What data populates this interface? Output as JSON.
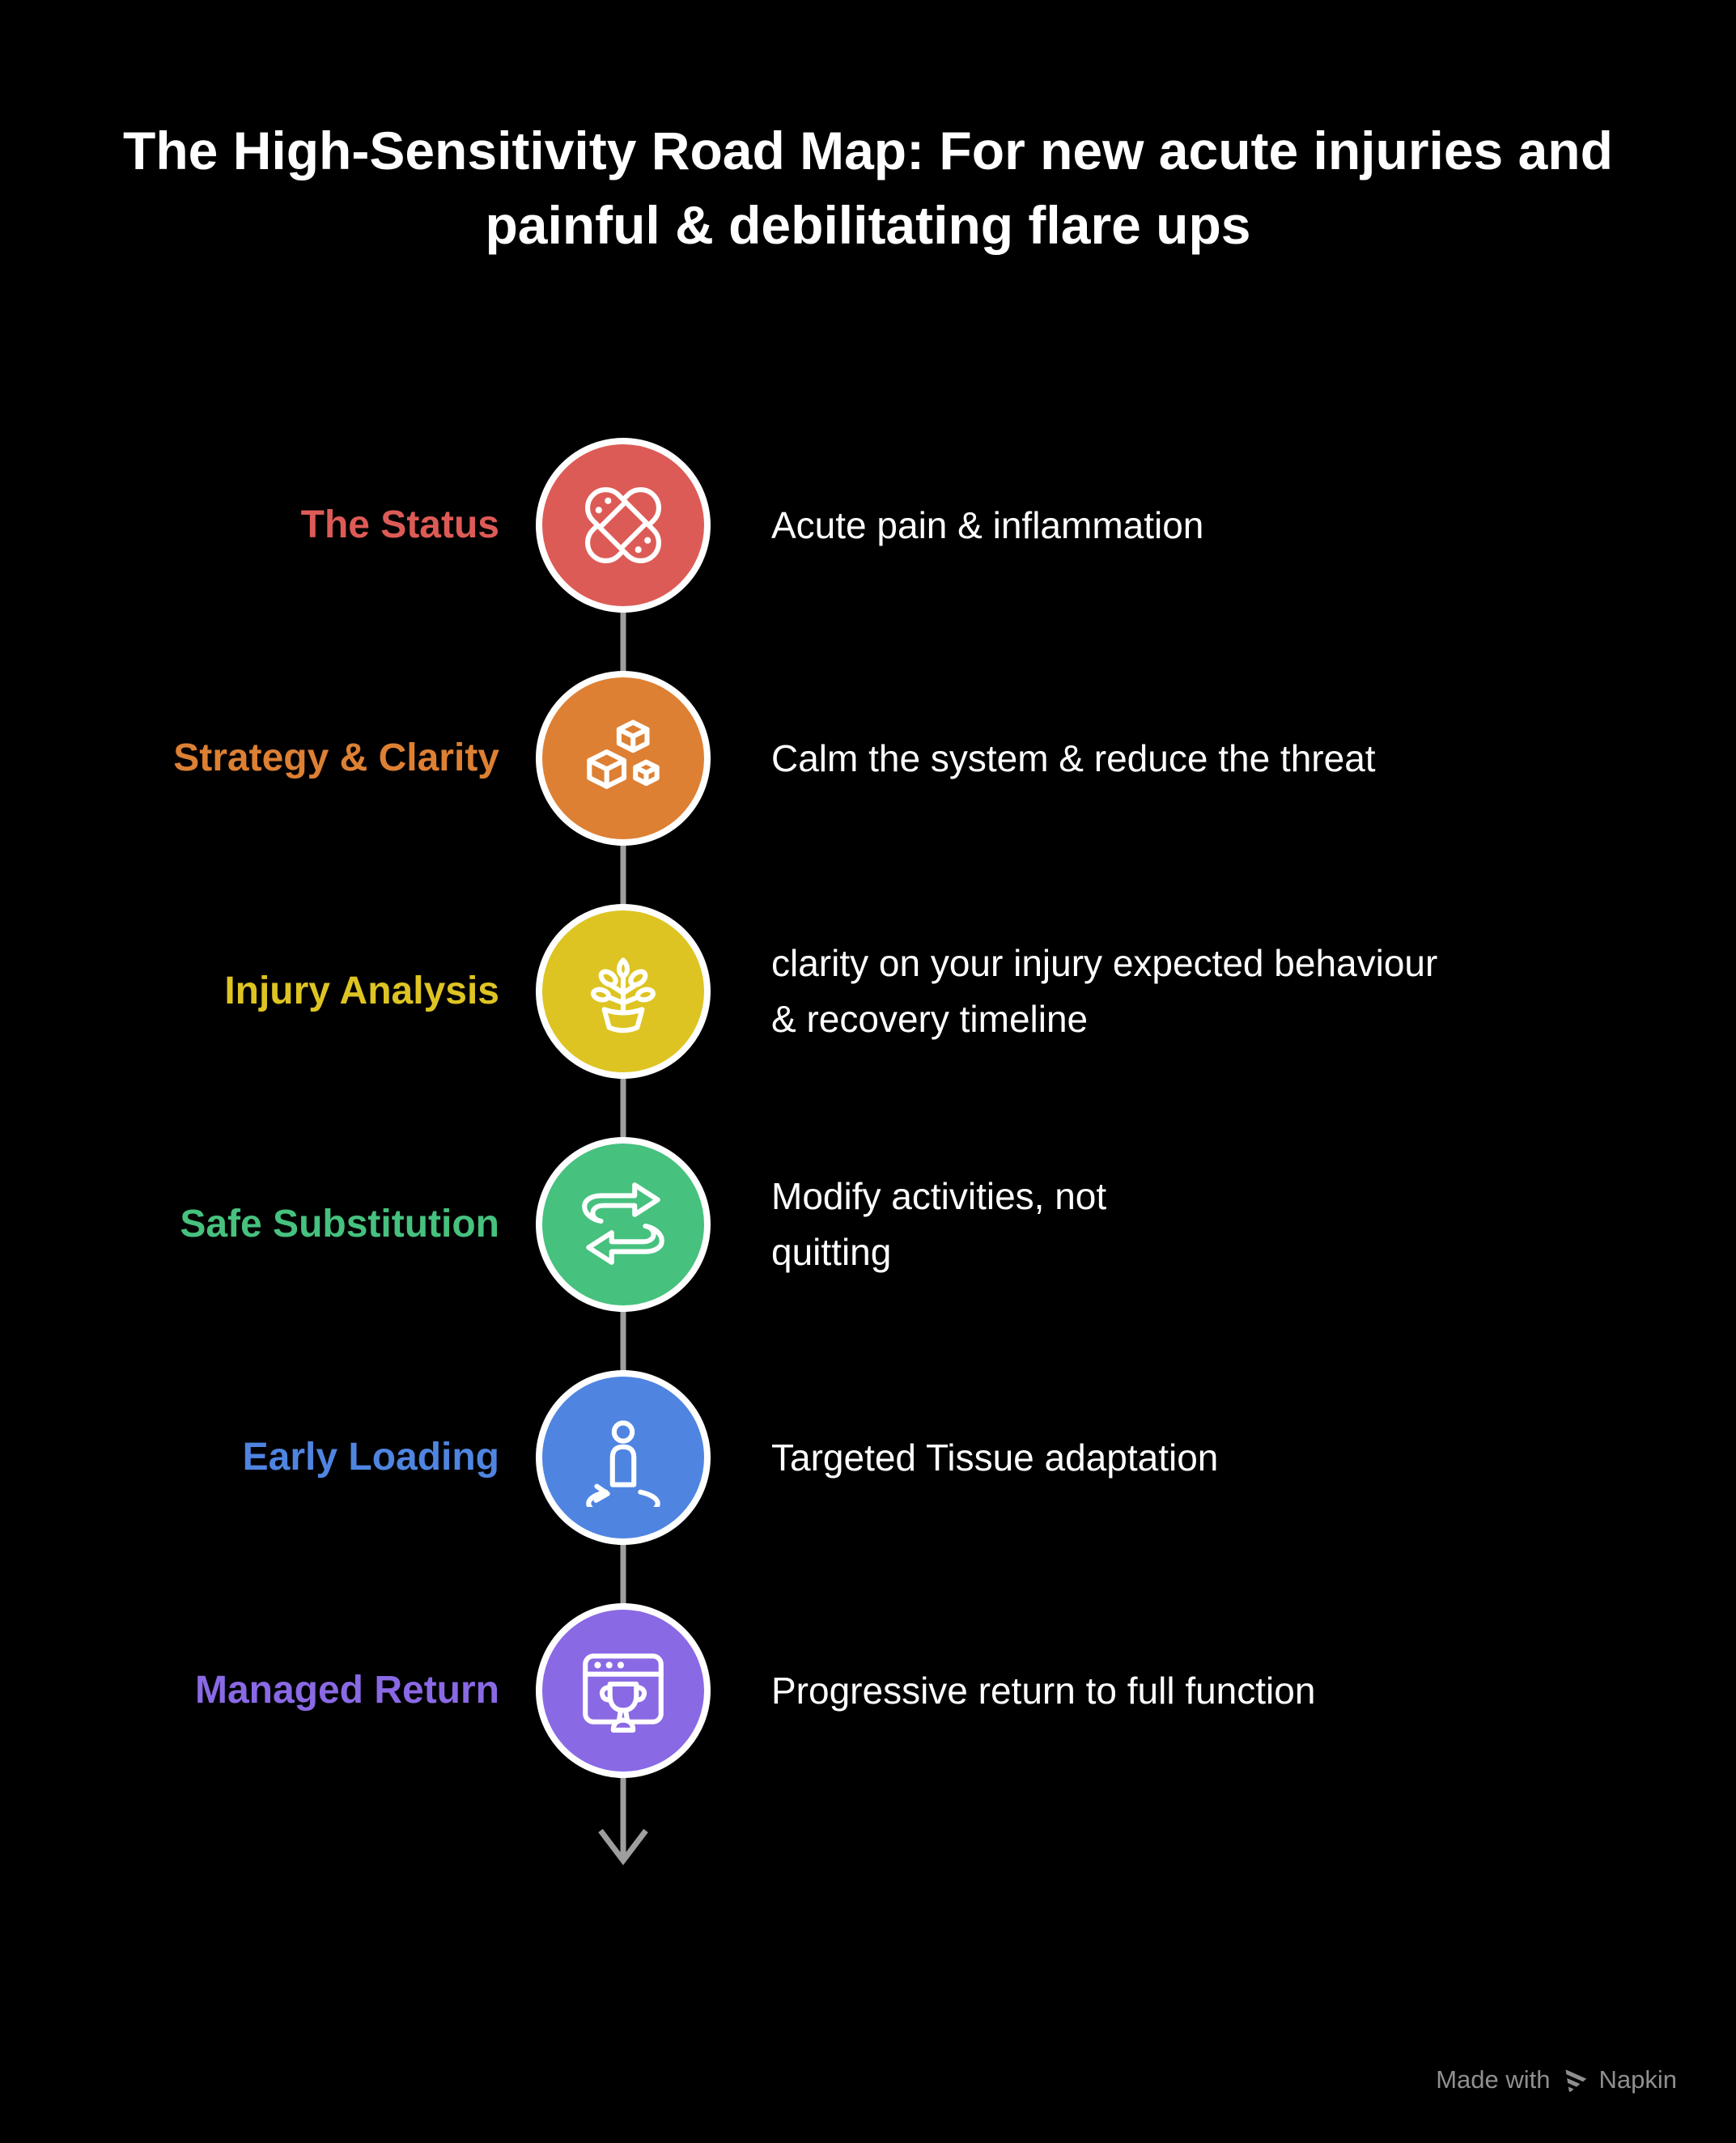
{
  "title": "The High-Sensitivity Road Map: For new acute injuries and painful & debilitating flare ups",
  "steps": [
    {
      "label": "The Status",
      "description": "Acute pain & inflammation",
      "color": "#dd5b56",
      "icon": "bandage-icon"
    },
    {
      "label": "Strategy & Clarity",
      "description": "Calm the system & reduce the threat",
      "color": "#dd8033",
      "icon": "cubes-icon"
    },
    {
      "label": "Injury Analysis",
      "description": "clarity on your injury expected behaviour\n& recovery timeline",
      "color": "#ddc422",
      "icon": "plant-icon"
    },
    {
      "label": "Safe Substitution",
      "description": "Modify activities, not\nquitting",
      "color": "#46c17e",
      "icon": "swap-arrows-icon"
    },
    {
      "label": "Early Loading",
      "description": "Targeted Tissue adaptation",
      "color": "#4f85e1",
      "icon": "person-rotation-icon"
    },
    {
      "label": "Managed Return",
      "description": "Progressive return to full function",
      "color": "#8a69e4",
      "icon": "trophy-window-icon"
    }
  ],
  "connector_color": "#9e9e9e",
  "footer": {
    "made_with": "Made with",
    "brand": "Napkin",
    "color": "#8f8f8f",
    "logo": "napkin-logo-icon"
  }
}
